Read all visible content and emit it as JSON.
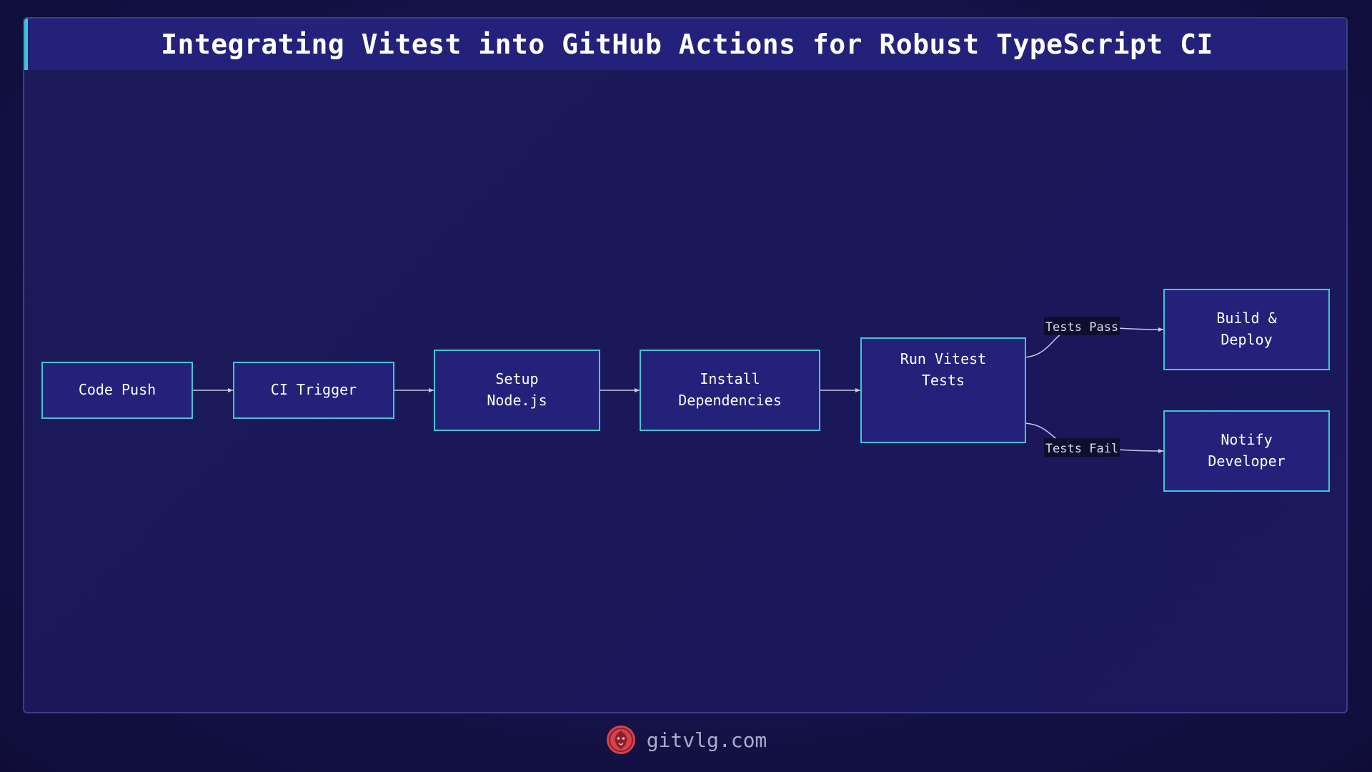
{
  "title": "Integrating Vitest into GitHub Actions for Robust TypeScript CI",
  "colors": {
    "node_fill": "#24217a",
    "node_border": "#3fc6d4",
    "edge": "#c7c9e6",
    "accent": "#3fc6d4",
    "logo": "#d9424b"
  },
  "nodes": [
    {
      "id": "code-push",
      "lines": [
        "Code Push"
      ]
    },
    {
      "id": "ci-trigger",
      "lines": [
        "CI Trigger"
      ]
    },
    {
      "id": "setup-node",
      "lines": [
        "Setup",
        "Node.js"
      ]
    },
    {
      "id": "install-deps",
      "lines": [
        "Install",
        "Dependencies"
      ]
    },
    {
      "id": "run-tests",
      "lines": [
        "Run Vitest",
        "Tests"
      ]
    },
    {
      "id": "build-deploy",
      "lines": [
        "Build &",
        "Deploy"
      ]
    },
    {
      "id": "notify-dev",
      "lines": [
        "Notify",
        "Developer"
      ]
    }
  ],
  "edges": [
    {
      "from": "code-push",
      "to": "ci-trigger",
      "label": ""
    },
    {
      "from": "ci-trigger",
      "to": "setup-node",
      "label": ""
    },
    {
      "from": "setup-node",
      "to": "install-deps",
      "label": ""
    },
    {
      "from": "install-deps",
      "to": "run-tests",
      "label": ""
    },
    {
      "from": "run-tests",
      "to": "build-deploy",
      "label": "Tests Pass"
    },
    {
      "from": "run-tests",
      "to": "notify-dev",
      "label": "Tests Fail"
    }
  ],
  "footer": {
    "site": "gitvlg.com",
    "logo_icon": "lion-head-icon"
  }
}
